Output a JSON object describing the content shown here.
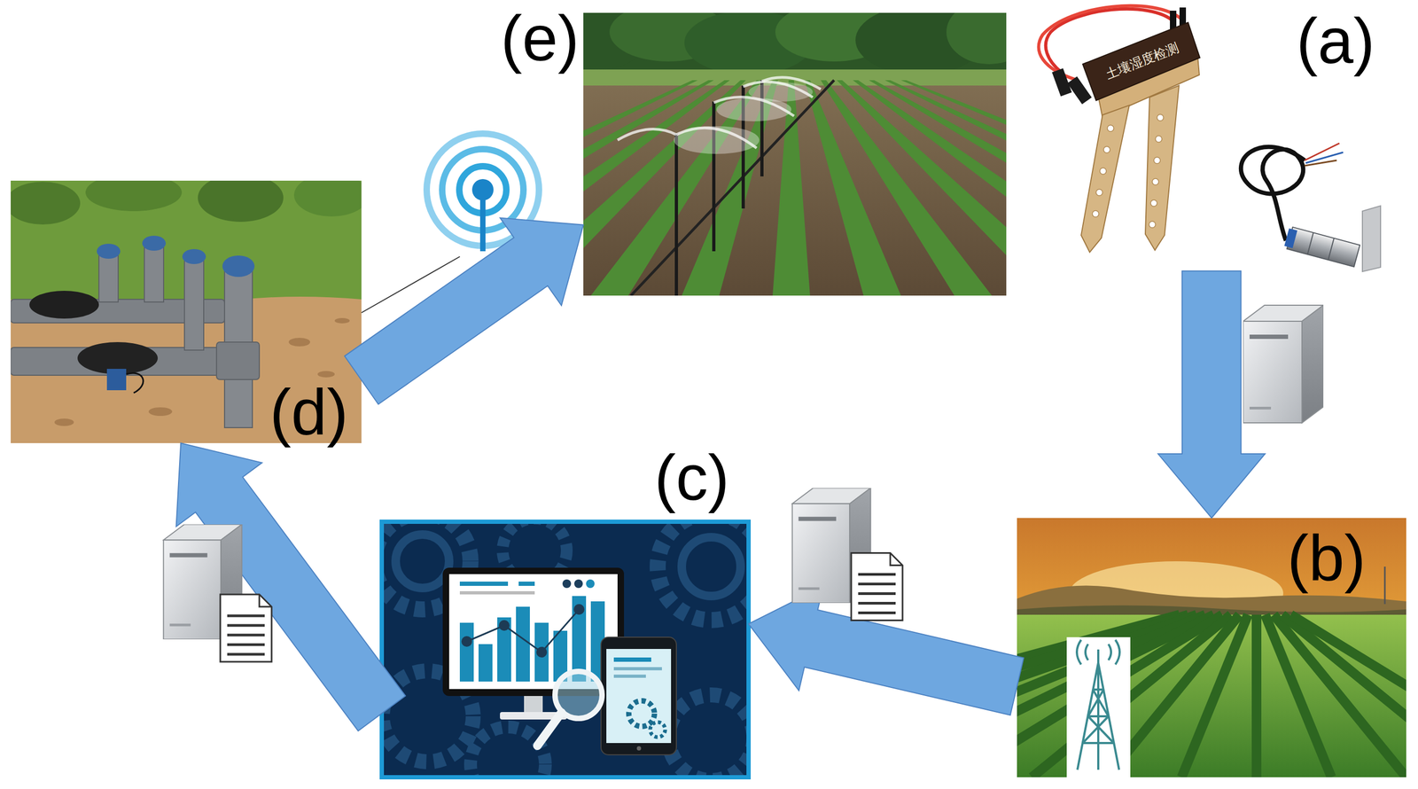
{
  "diagram": {
    "nodes": [
      {
        "text": [
          "(e)"
        ]
      },
      {
        "text": [
          "(a)"
        ]
      },
      {
        "text": [
          "(d)"
        ]
      },
      {
        "text": [
          "(c)"
        ]
      },
      {
        "text": [
          "(b)"
        ]
      }
    ],
    "edges": [
      {
        "from": 1,
        "to": 4,
        "arrow": "to"
      },
      {
        "from": 4,
        "to": 3,
        "arrow": "to"
      },
      {
        "from": 3,
        "to": 2,
        "arrow": "to"
      },
      {
        "from": 2,
        "to": 0,
        "arrow": "to"
      }
    ],
    "labels": [
      "土壤湿度检测"
    ]
  }
}
